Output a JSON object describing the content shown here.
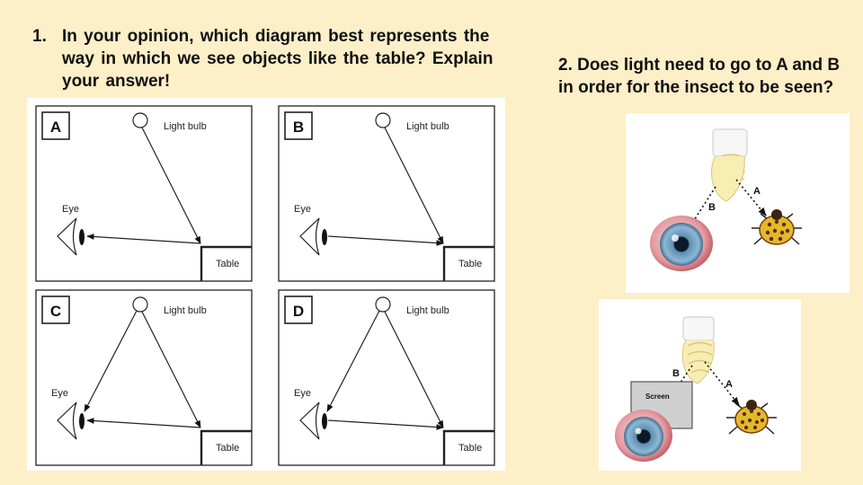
{
  "question1": {
    "number": "1.",
    "text": "In your opinion, which diagram best represents the way in which we see objects like the table? Explain your answer!"
  },
  "question2": {
    "text": "2. Does light need to go to A and B in order for the insect to be seen?"
  },
  "diagrams": [
    {
      "letter": "A",
      "bulb_label": "Light bulb",
      "eye_label": "Eye",
      "table_label": "Table"
    },
    {
      "letter": "B",
      "bulb_label": "Light bulb",
      "eye_label": "Eye",
      "table_label": "Table"
    },
    {
      "letter": "C",
      "bulb_label": "Light bulb",
      "eye_label": "Eye",
      "table_label": "Table"
    },
    {
      "letter": "D",
      "bulb_label": "Light bulb",
      "eye_label": "Eye",
      "table_label": "Table"
    }
  ],
  "photo1": {
    "label_a": "A",
    "label_b": "B"
  },
  "photo2": {
    "label_a": "A",
    "label_b": "B",
    "screen_label": "Screen"
  }
}
